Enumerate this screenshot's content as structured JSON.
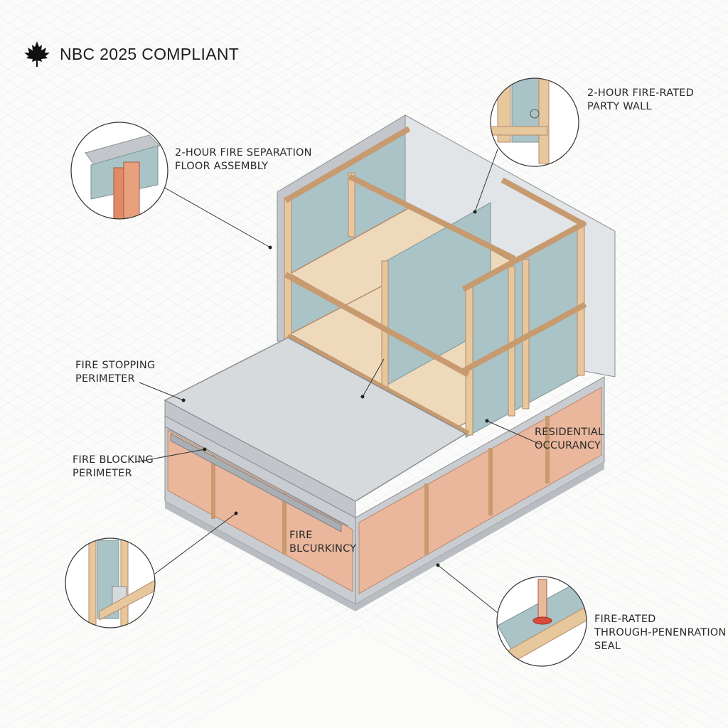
{
  "header": {
    "icon": "maple-leaf-icon",
    "title": "NBC 2025 COMPLIANT"
  },
  "labels": {
    "floor_assembly": [
      "2-HOUR FIRE SEPARATION",
      "FLOOR ASSEMBLY"
    ],
    "party_wall": [
      "2-HOUR FIRE-RATED",
      "PARTY WALL"
    ],
    "fire_stopping": [
      "FIRE STOPPING",
      "PERIMETER"
    ],
    "fire_blocking": [
      "FIRE BLOCKING",
      "PERIMETER"
    ],
    "residential": [
      "RESIDENTIAL",
      "OCCURANCY"
    ],
    "fire_blcurkincy": [
      "FIRE",
      "BLCURKINCY"
    ],
    "penetration_seal": [
      "FIRE-RATED",
      "THROUGH-PENENRATION",
      "SEAL"
    ]
  },
  "colors": {
    "concrete": "#d7dadd",
    "gypsum": "#a9c3c6",
    "wood": "#e7c79c",
    "subfloor": "#efd9bb",
    "salmon": "#eab79c",
    "ink": "#2a2a2a",
    "seal": "#d94a3a"
  }
}
